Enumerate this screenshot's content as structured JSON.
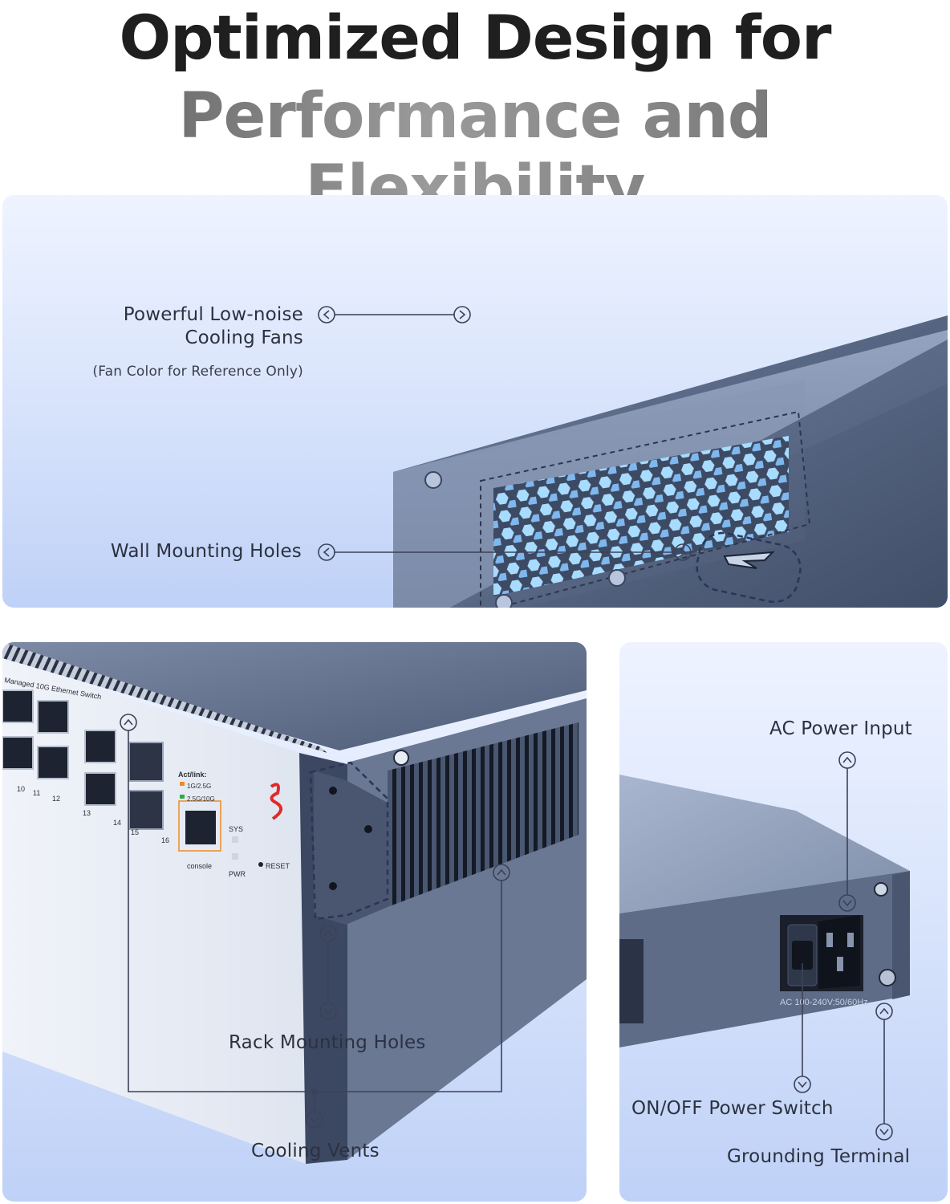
{
  "title": {
    "line1": "Optimized Design for",
    "line2": "Performance and Flexibility"
  },
  "top_panel": {
    "fans_label_line1": "Powerful Low-noise",
    "fans_label_line2": "Cooling Fans",
    "fans_note": "(Fan Color for Reference Only)",
    "wall_label": "Wall Mounting Holes"
  },
  "bottom_left_panel": {
    "front_model_text": "Managed 10G Ethernet Switch",
    "port_numbers": [
      "10",
      "11",
      "12",
      "13",
      "14",
      "15",
      "16"
    ],
    "legend_title": "Act/link:",
    "legend_1g": "1G/2.5G",
    "legend_10g": "2.5G/10G",
    "console_label": "console",
    "sys_label": "SYS",
    "pwr_label": "PWR",
    "reset_label": "RESET",
    "rack_label": "Rack Mounting Holes",
    "vents_label": "Cooling Vents"
  },
  "bottom_right_panel": {
    "ac_label": "AC Power Input",
    "power_rating": "AC 100-240V;50/60Hz",
    "switch_label": "ON/OFF Power Switch",
    "ground_label": "Grounding Terminal"
  },
  "colors": {
    "panel_bg_top": "#eef3ff",
    "panel_bg_bottom": "#bfd1f7",
    "chassis": "#5f6f8a",
    "callout_line": "#3b4258",
    "fan_blue": "#8fd3ff",
    "led_orange": "#f08a24",
    "led_green": "#2fa84f"
  },
  "icons": {
    "callout_marker": "circle-chevron-icon",
    "screw": "phillips-screw-icon",
    "ground": "ground-symbol-icon"
  }
}
